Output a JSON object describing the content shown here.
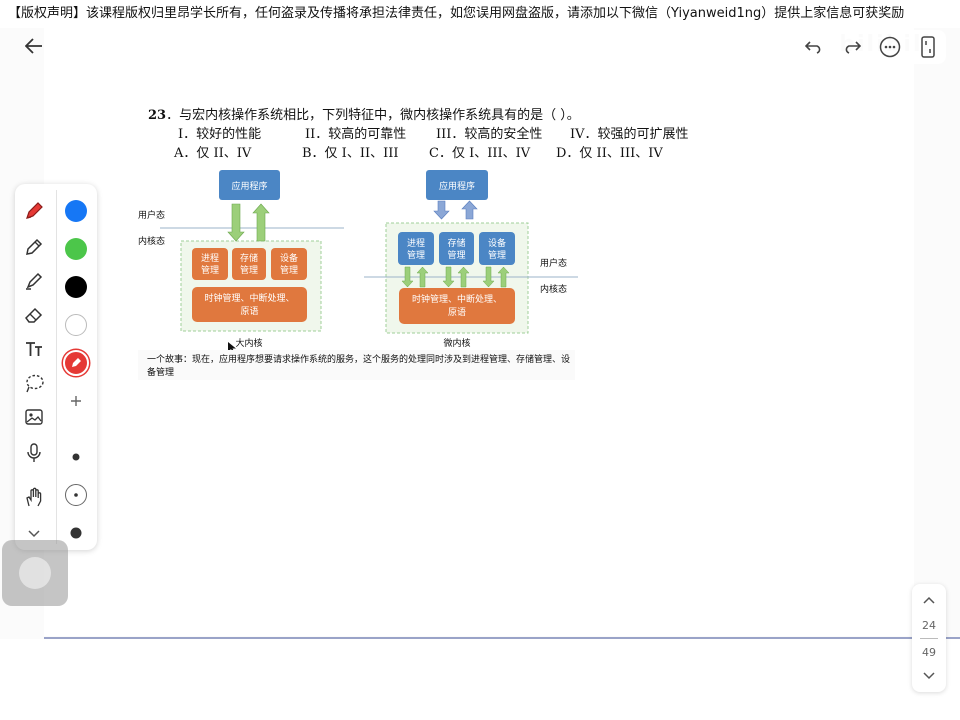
{
  "banner": {
    "text": "【版权声明】该课程版权归里昂学长所有，任何盗录及传播将承担法律责任，如您误用网盘盗版，请添加以下微信（Yiyanweid1ng）提供上家信息可获奖励"
  },
  "question": {
    "number": "23",
    "stem": "．与宏内核操作系统相比，下列特征中，微内核操作系统具有的是（    ）。",
    "features": [
      "I．较好的性能",
      "II．较高的可靠性",
      "III．较高的安全性",
      "IV．较强的可扩展性"
    ],
    "options": [
      "A．仅 II、IV",
      "B．仅 I、II、III",
      "C．仅 I、III、IV",
      "D．仅 II、III、IV"
    ]
  },
  "diagram": {
    "user_mode": "用户态",
    "kernel_mode": "内核态",
    "app": "应用程序",
    "process": [
      "进程",
      "管理"
    ],
    "storage": [
      "存储",
      "管理"
    ],
    "device": [
      "设备",
      "管理"
    ],
    "core": [
      "时钟管理、中断处理、",
      "原语"
    ],
    "macro_caption": "大内核",
    "micro_caption": "微内核",
    "story": "一个故事：现在，应用程序想要请求操作系统的服务，这个服务的处理同时涉及到进程管理、存储管理、设备管理"
  },
  "toolbar": {
    "tools": [
      "pen-icon",
      "pencil-icon",
      "highlighter-icon",
      "eraser-icon",
      "text-tool-icon",
      "lasso-icon",
      "image-icon",
      "microphone-icon",
      "hand-icon",
      "chevron-down-icon"
    ],
    "colors": [
      "#1677f5",
      "#4cc64a",
      "#000000",
      "#ffffff",
      "#e53935"
    ]
  },
  "pager": {
    "current": "24",
    "total": "49"
  },
  "top_actions": [
    "undo-icon",
    "redo-icon",
    "more-icon",
    "fullscreen-icon"
  ]
}
